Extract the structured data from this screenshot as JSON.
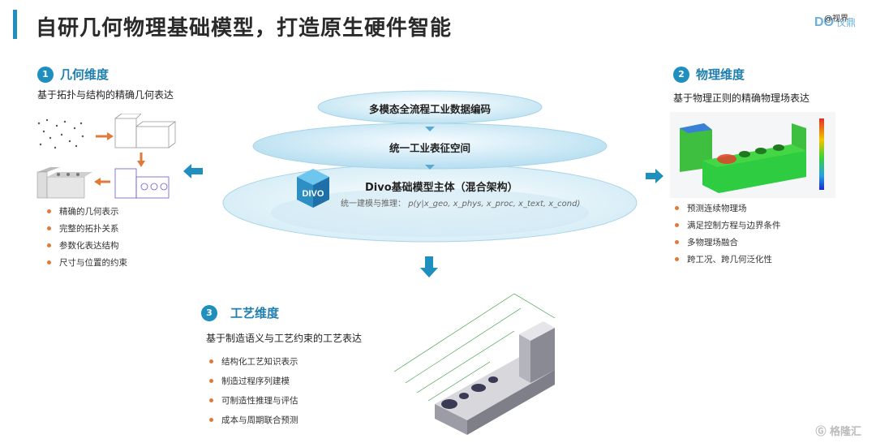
{
  "title": "自研几何物理基础模型，打造原生硬件智能",
  "logo_text": "DIVO 仪鼎",
  "watermark_top": "@视界",
  "center": {
    "top_label": "多模态全流程工业数据编码",
    "mid_label": "统一工业表征空间",
    "divo_icon": "DIVO",
    "core_label": "Divo基础模型主体（混合架构）",
    "formula_prefix": "统一建模与推理：",
    "formula": "p(y|x_geo, x_phys, x_proc, x_text, x_cond)"
  },
  "sections": [
    {
      "num": "1",
      "title": "几何维度",
      "subtitle": "基于拓扑与结构的精确几何表达",
      "bullets": [
        "精确的几何表示",
        "完整的拓扑关系",
        "参数化表达结构",
        "尺寸与位置的约束"
      ]
    },
    {
      "num": "2",
      "title": "物理维度",
      "subtitle": "基于物理正则的精确物理场表达",
      "bullets": [
        "预测连续物理场",
        "满足控制方程与边界条件",
        "多物理场融合",
        "跨工况、跨几何泛化性"
      ]
    },
    {
      "num": "3",
      "title": "工艺维度",
      "subtitle": "基于制造语义与工艺约束的工艺表达",
      "bullets": [
        "结构化工艺知识表示",
        "制造过程序列建模",
        "可制造性推理与评估",
        "成本与周期联合预测"
      ]
    }
  ],
  "watermark": "格隆汇",
  "colors": {
    "accent": "#1f8fbf",
    "bullet": "#e07a3a",
    "arrow": "#1f8fbf"
  }
}
